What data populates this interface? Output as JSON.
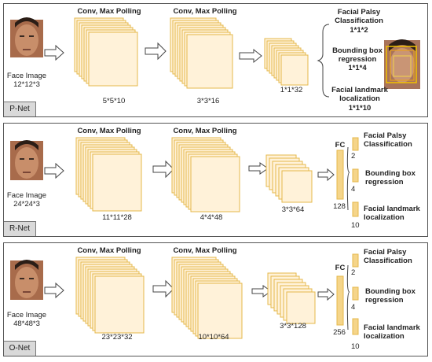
{
  "colors": {
    "fill": "#fff2d9",
    "stroke": "#e5b84b",
    "fc_fill": "#f5d58a"
  },
  "pnet": {
    "tag": "P-Net",
    "face_label": "Face Image",
    "face_size": "12*12*3",
    "conv1_title": "Conv, Max Polling",
    "conv1_size": "5*5*10",
    "conv2_title": "Conv, Max Polling",
    "conv2_size": "3*3*16",
    "conv3_size": "1*1*32",
    "out1_label": "Facial Palsy\nClassification",
    "out1_size": "1*1*2",
    "out2_label": "Bounding box\nregression",
    "out2_size": "1*1*4",
    "out3_label": "Facial landmark\nlocalization",
    "out3_size": "1*1*10"
  },
  "rnet": {
    "tag": "R-Net",
    "face_label": "Face Image",
    "face_size": "24*24*3",
    "conv1_title": "Conv, Max Polling",
    "conv1_size": "11*11*28",
    "conv2_title": "Conv, Max Polling",
    "conv2_size": "4*4*48",
    "conv3_size": "3*3*64",
    "fc_label": "FC",
    "fc_size": "128",
    "out1_label": "Facial Palsy\nClassification",
    "out1_size": "2",
    "out2_label": "Bounding box\nregression",
    "out2_size": "4",
    "out3_label": "Facial landmark\nlocalization",
    "out3_size": "10"
  },
  "onet": {
    "tag": "O-Net",
    "face_label": "Face Image",
    "face_size": "48*48*3",
    "conv1_title": "Conv, Max Polling",
    "conv1_size": "23*23*32",
    "conv2_title": "Conv, Max Polling",
    "conv2_size": "10*10*64",
    "conv3_size": "3*3*128",
    "fc_label": "FC",
    "fc_size": "256",
    "out1_label": "Facial Palsy\nClassification",
    "out1_size": "2",
    "out2_label": "Bounding box\nregression",
    "out2_size": "4",
    "out3_label": "Facial landmark\nlocalization",
    "out3_size": "10"
  }
}
